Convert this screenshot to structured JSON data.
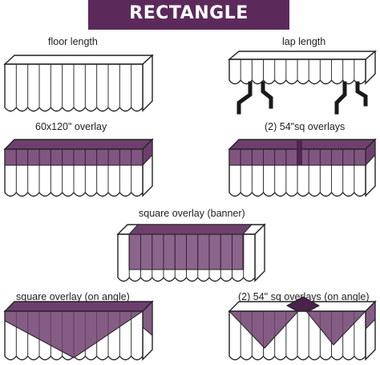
{
  "title": "RECTANGLE",
  "colors": {
    "banner": "#5b2a5b",
    "overlay": "#6e3f6e",
    "outline": "#222222",
    "legs": "#1a1a1a"
  },
  "labels": {
    "floor_length": "floor length",
    "lap_length": "lap length",
    "overlay_60x120": "60x120\" overlay",
    "two_54sq": "(2) 54\"sq overlays",
    "square_banner": "square overlay (banner)",
    "square_angle": "square overlay (on angle)",
    "two_54_angle": "(2) 54\" sq overlays (on angle)"
  }
}
